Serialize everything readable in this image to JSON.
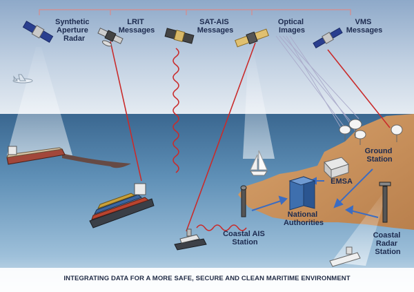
{
  "satellites": {
    "sar": [
      "Synthetic",
      "Aperture",
      "Radar"
    ],
    "lrit": [
      "LRIT",
      "Messages"
    ],
    "satais": [
      "SAT-AIS",
      "Messages"
    ],
    "optical": [
      "Optical",
      "Images"
    ],
    "vms": [
      "VMS",
      "Messages"
    ]
  },
  "stations": {
    "ground": [
      "Ground",
      "Station"
    ],
    "emsa": [
      "EMSA"
    ],
    "national": [
      "National",
      "Authorities"
    ],
    "coastal_ais": [
      "Coastal AIS",
      "Station"
    ],
    "coastal_radar": [
      "Coastal",
      "Radar",
      "Station"
    ]
  },
  "caption": "INTEGRATING DATA FOR A MORE SAFE, SECURE AND CLEAN MARITIME ENVIRONMENT",
  "colors": {
    "sky_top": "#9fb6d3",
    "sea_top": "#3f6c93",
    "land": "#c48b57",
    "link_line": "#c92b2b"
  }
}
